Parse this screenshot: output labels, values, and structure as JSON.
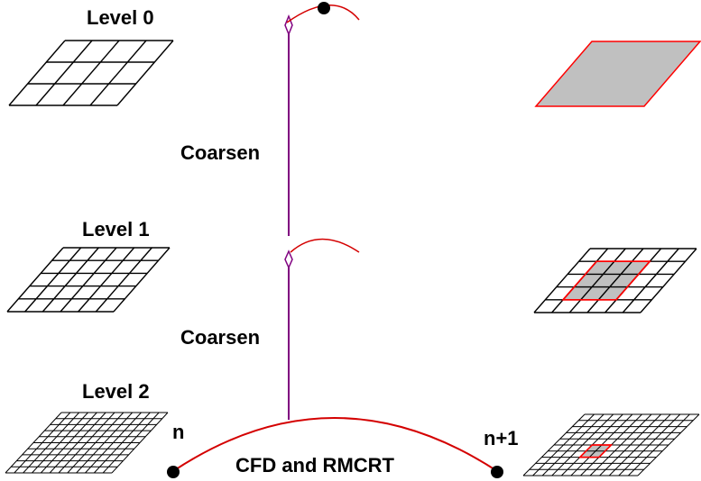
{
  "labels": {
    "level0": "Level 0",
    "level1": "Level 1",
    "level2": "Level 2",
    "coarsen_upper": "Coarsen",
    "coarsen_lower": "Coarsen",
    "time_n": "n",
    "time_n1": "n+1",
    "process": "CFD and RMCRT"
  },
  "grids": {
    "level0": {
      "rows": 3,
      "cols": 4
    },
    "level1": {
      "rows": 5,
      "cols": 6
    },
    "level2": {
      "rows": 10,
      "cols": 12
    }
  },
  "colors": {
    "grid_line": "#000000",
    "arc": "#d40000",
    "coarsen_arrow": "#800080",
    "highlight_fill": "#c0c0c0",
    "highlight_border": "#ff0000",
    "dot": "#000000"
  }
}
